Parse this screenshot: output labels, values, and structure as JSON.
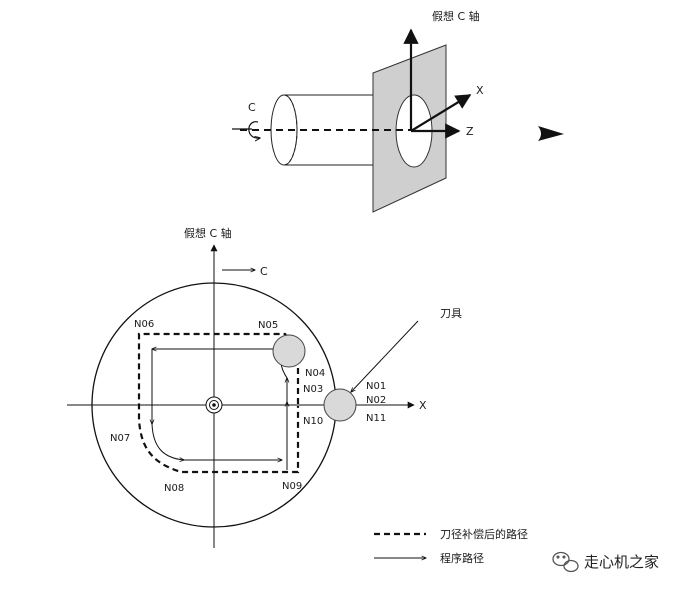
{
  "top_view": {
    "axis_title": "假想 C 轴",
    "rotation_label": "C",
    "x_label": "X",
    "z_label": "Z"
  },
  "bottom_view": {
    "axis_title": "假想 C 轴",
    "c_label": "C",
    "x_label": "X",
    "tool_label": "刀具",
    "blocks": {
      "n01": "N01",
      "n02": "N02",
      "n03": "N03",
      "n04": "N04",
      "n05": "N05",
      "n06": "N06",
      "n07": "N07",
      "n08": "N08",
      "n09": "N09",
      "n10": "N10",
      "n11": "N11"
    }
  },
  "legend": {
    "compensated_path": "刀径补偿后的路径",
    "program_path": "程序路径"
  },
  "watermark": {
    "text": "走心机之家"
  }
}
